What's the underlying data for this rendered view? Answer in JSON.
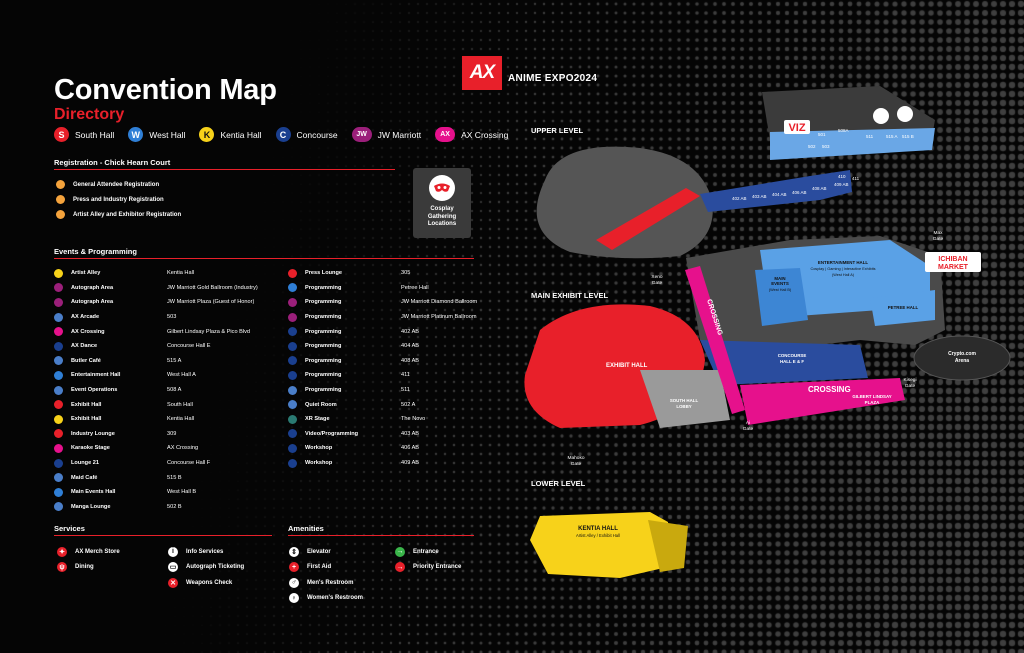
{
  "brand": {
    "logo": "AX",
    "name": "ANIME EXPO2024"
  },
  "title": "Convention Map",
  "subtitle": "Directory",
  "colors": {
    "accent": "#e8202a",
    "bg": "#050505"
  },
  "halls_legend": [
    {
      "code": "S",
      "label": "South Hall",
      "color": "#e8202a",
      "text": "#fff"
    },
    {
      "code": "W",
      "label": "West Hall",
      "color": "#2f7fd6",
      "text": "#fff"
    },
    {
      "code": "K",
      "label": "Kentia Hall",
      "color": "#f7d21a",
      "text": "#111"
    },
    {
      "code": "C",
      "label": "Concourse",
      "color": "#1a3f8f",
      "text": "#fff"
    },
    {
      "code": "JW",
      "label": "JW Marriott",
      "color": "#9b1f7a",
      "text": "#fff"
    },
    {
      "code": "AX",
      "label": "AX Crossing",
      "color": "#e6118c",
      "text": "#fff"
    }
  ],
  "registration": {
    "title": "Registration - Chick Hearn Court",
    "items": [
      {
        "label": "General Attendee Registration",
        "color": "#f5a33c"
      },
      {
        "label": "Press and Industry Registration",
        "color": "#f5a33c"
      },
      {
        "label": "Artist Alley and Exhibitor Registration",
        "color": "#f5a33c"
      }
    ]
  },
  "cosplay": {
    "label": "Cosplay Gathering Locations",
    "icon": "cosplay-mask-icon"
  },
  "events": {
    "title": "Events & Programming",
    "left": [
      {
        "name": "Artist Alley",
        "loc": "Kentia Hall",
        "color": "#f7d21a"
      },
      {
        "name": "Autograph Area",
        "loc": "JW Marriott Gold Ballroom (Industry)",
        "color": "#9b1f7a"
      },
      {
        "name": "Autograph Area",
        "loc": "JW Marriott Plaza (Guest of Honor)",
        "color": "#9b1f7a"
      },
      {
        "name": "AX Arcade",
        "loc": "503",
        "color": "#4a7ec9"
      },
      {
        "name": "AX Crossing",
        "loc": "Gilbert Lindsay Plaza & Pico Blvd",
        "color": "#e6118c"
      },
      {
        "name": "AX Dance",
        "loc": "Concourse Hall E",
        "color": "#1a3f8f"
      },
      {
        "name": "Butler Café",
        "loc": "515 A",
        "color": "#4a7ec9"
      },
      {
        "name": "Entertainment Hall",
        "loc": "West Hall A",
        "color": "#2f7fd6"
      },
      {
        "name": "Event Operations",
        "loc": "508 A",
        "color": "#4a7ec9"
      },
      {
        "name": "Exhibit Hall",
        "loc": "South Hall",
        "color": "#e8202a"
      },
      {
        "name": "Exhibit Hall",
        "loc": "Kentia Hall",
        "color": "#f7d21a"
      },
      {
        "name": "Industry Lounge",
        "loc": "309",
        "color": "#e8202a"
      },
      {
        "name": "Karaoke Stage",
        "loc": "AX Crossing",
        "color": "#e6118c"
      },
      {
        "name": "Lounge 21",
        "loc": "Concourse Hall F",
        "color": "#1a3f8f"
      },
      {
        "name": "Maid Café",
        "loc": "515 B",
        "color": "#4a7ec9"
      },
      {
        "name": "Main Events Hall",
        "loc": "West Hall B",
        "color": "#2f7fd6"
      },
      {
        "name": "Manga Lounge",
        "loc": "502 B",
        "color": "#4a7ec9"
      }
    ],
    "right": [
      {
        "name": "Press Lounge",
        "loc": "305",
        "color": "#e8202a"
      },
      {
        "name": "Programming",
        "loc": "Petree Hall",
        "color": "#2f7fd6"
      },
      {
        "name": "Programming",
        "loc": "JW Marriott Diamond Ballroom",
        "color": "#9b1f7a"
      },
      {
        "name": "Programming",
        "loc": "JW Marriott Platinum Ballroom",
        "color": "#9b1f7a"
      },
      {
        "name": "Programming",
        "loc": "402 AB",
        "color": "#1a3f8f"
      },
      {
        "name": "Programming",
        "loc": "404 AB",
        "color": "#1a3f8f"
      },
      {
        "name": "Programming",
        "loc": "408 AB",
        "color": "#1a3f8f"
      },
      {
        "name": "Programming",
        "loc": "411",
        "color": "#1a3f8f"
      },
      {
        "name": "Programming",
        "loc": "511",
        "color": "#4a7ec9"
      },
      {
        "name": "Quiet Room",
        "loc": "502 A",
        "color": "#4a7ec9"
      },
      {
        "name": "XR Stage",
        "loc": "The Novo",
        "color": "#2a7a72"
      },
      {
        "name": "Video/Programming",
        "loc": "403 AB",
        "color": "#1a3f8f"
      },
      {
        "name": "Workshop",
        "loc": "406 AB",
        "color": "#1a3f8f"
      },
      {
        "name": "Workshop",
        "loc": "409 AB",
        "color": "#1a3f8f"
      }
    ]
  },
  "services": {
    "title": "Services",
    "col1": [
      {
        "label": "AX Merch Store",
        "icon": "merch-store-icon",
        "glyph": "✦"
      },
      {
        "label": "Dining",
        "icon": "dining-icon",
        "glyph": "ψ"
      }
    ],
    "col2": [
      {
        "label": "Info Services",
        "icon": "info-icon",
        "glyph": "i"
      },
      {
        "label": "Autograph Ticketing",
        "icon": "ticket-icon",
        "glyph": "▭"
      },
      {
        "label": "Weapons Check",
        "icon": "weapons-check-icon",
        "glyph": "✕"
      }
    ]
  },
  "amenities": {
    "title": "Amenities",
    "col1": [
      {
        "label": "Elevator",
        "icon": "elevator-icon",
        "glyph": "⇕"
      },
      {
        "label": "First Aid",
        "icon": "first-aid-icon",
        "glyph": "+"
      },
      {
        "label": "Men's Restroom",
        "icon": "mens-restroom-icon",
        "glyph": "♂"
      },
      {
        "label": "Women's Restroom",
        "icon": "womens-restroom-icon",
        "glyph": "♀"
      }
    ],
    "col2": [
      {
        "label": "Entrance",
        "icon": "entrance-icon",
        "glyph": "→"
      },
      {
        "label": "Priority Entrance",
        "icon": "priority-entrance-icon",
        "glyph": "→"
      }
    ]
  },
  "map": {
    "levels": {
      "upper": "UPPER LEVEL",
      "main": "MAIN EXHIBIT LEVEL",
      "lower": "LOWER LEVEL"
    },
    "labels": {
      "exhibit_hall": "EXHIBIT HALL",
      "ent_hall_1": "ENTERTAINMENT HALL",
      "ent_hall_2": "Cosplay | Gaming | Interactive Exhibits",
      "ent_hall_3": "(West Hall A)",
      "main_events_1": "MAIN",
      "main_events_2": "EVENTS",
      "main_events_3": "(West Hall B)",
      "petree": "PETREE HALL",
      "concourse_1": "CONCOURSE",
      "concourse_2": "HALL E & F",
      "south_lobby_1": "SOUTH HALL",
      "south_lobby_2": "LOBBY",
      "kentia_1": "KENTIA HALL",
      "kentia_2": "Artist Alley / Exhibit Hall",
      "crossing_1": "CROSSING",
      "crossing_2": "CROSSING",
      "gilbert_1": "GILBERT LINDSAY",
      "gilbert_2": "PLAZA",
      "crypto_1": "Crypto.com",
      "crypto_2": "Arena",
      "ichiban_1": "ICHIBAN",
      "ichiban_2": "MARKET",
      "viz": "VIZ",
      "xeno_gate_1": "Xeno",
      "xeno_gate_2": "Gate",
      "max_gate_1": "Max",
      "max_gate_2": "Gate",
      "kisegi_gate_1": "Kisegi",
      "kisegi_gate_2": "Gate",
      "ai_gate_1": "Ai",
      "ai_gate_2": "Gate",
      "mahoko_gate_1": "Mahoko",
      "mahoko_gate_2": "Gate"
    },
    "rooms": [
      "402 AB",
      "403 AB",
      "404 AB",
      "406 AB",
      "408 AB",
      "409 AB",
      "410",
      "411",
      "501",
      "502",
      "503",
      "508A",
      "515 A",
      "515 B",
      "511"
    ]
  }
}
